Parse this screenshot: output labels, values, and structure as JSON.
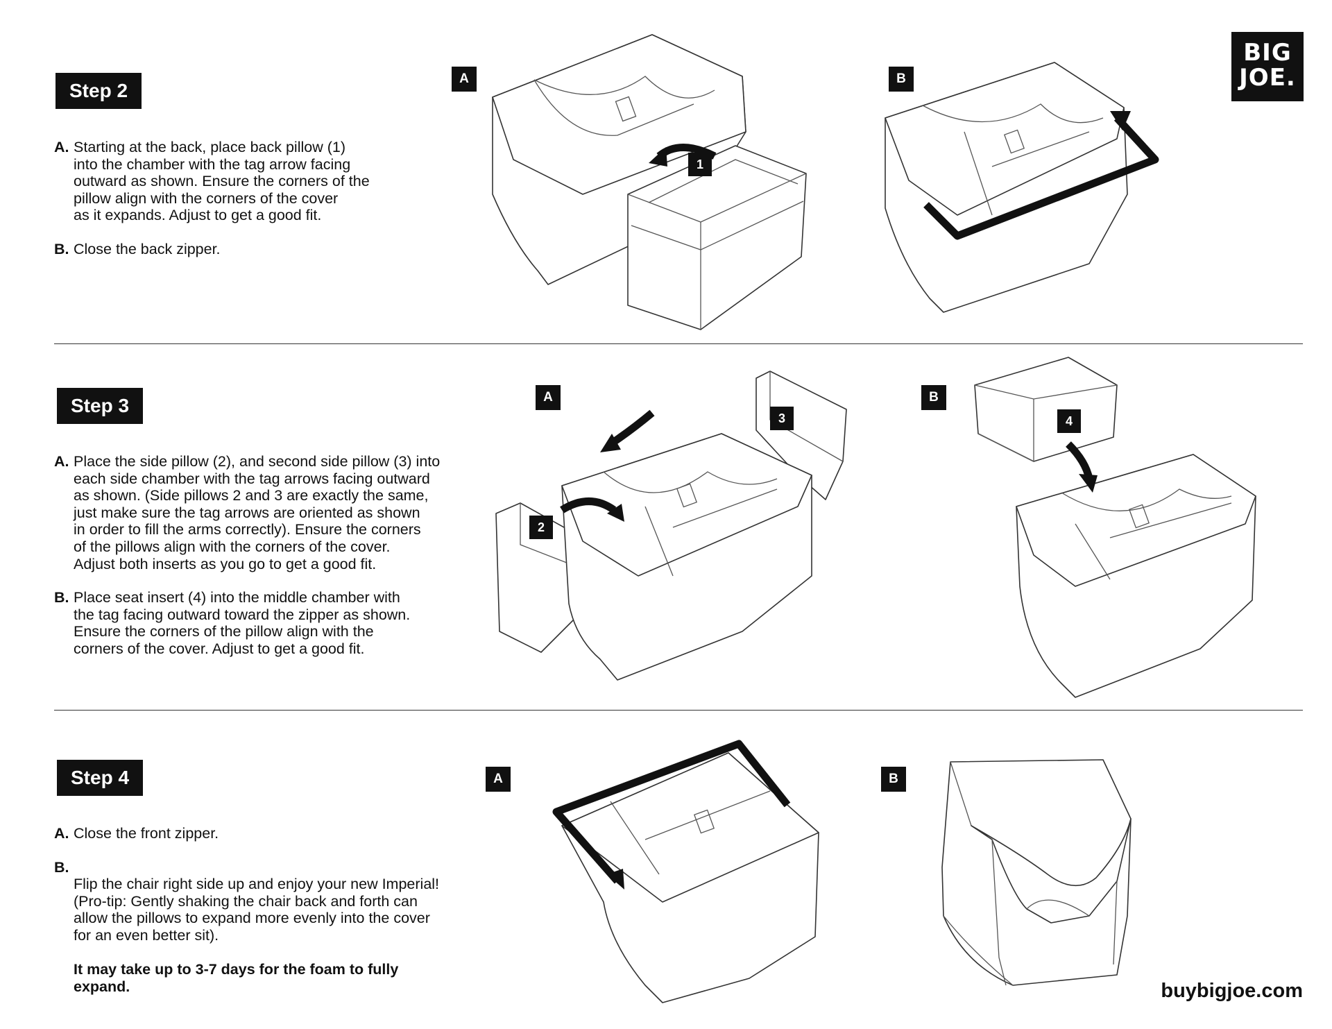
{
  "logo": {
    "line1": "BIG",
    "line2": "JOE."
  },
  "website": "buybigjoe.com",
  "steps": [
    {
      "title": "Step 2",
      "instructions": [
        {
          "letter": "A.",
          "text": "Starting at the back, place back pillow (1)\ninto the chamber with the tag arrow facing\noutward as shown. Ensure the corners of the\npillow align with the corners of the cover\nas it expands. Adjust to get a good fit."
        },
        {
          "letter": "B.",
          "text": "Close the back zipper."
        }
      ],
      "panels": [
        "A",
        "B"
      ],
      "numbers": [
        "1"
      ]
    },
    {
      "title": "Step 3",
      "instructions": [
        {
          "letter": "A.",
          "text": "Place the side pillow (2), and second side pillow (3) into\neach side chamber with the tag arrows facing outward\nas shown. (Side pillows 2 and 3 are exactly the same,\njust make sure the tag arrows are oriented as shown\nin order to fill the arms correctly). Ensure the corners\nof the pillows align with the corners of the cover.\nAdjust both inserts as you go to get a good fit."
        },
        {
          "letter": "B.",
          "text": "Place seat insert (4) into the middle chamber with\nthe tag facing outward toward the zipper as shown.\nEnsure the corners of the pillow align with the\ncorners of the cover. Adjust to get a good fit."
        }
      ],
      "panels": [
        "A",
        "B"
      ],
      "numbers": [
        "2",
        "3",
        "4"
      ]
    },
    {
      "title": "Step 4",
      "instructions": [
        {
          "letter": "A.",
          "text": "Close the front zipper."
        },
        {
          "letter": "B.",
          "text": "Flip the chair right side up and enjoy your new Imperial!\n(Pro-tip: Gently shaking the chair back and forth can\nallow the pillows to expand more evenly into the cover\nfor an even better sit).",
          "bold": "It may take up to 3-7 days for the foam to fully\nexpand."
        }
      ],
      "panels": [
        "A",
        "B"
      ]
    }
  ]
}
